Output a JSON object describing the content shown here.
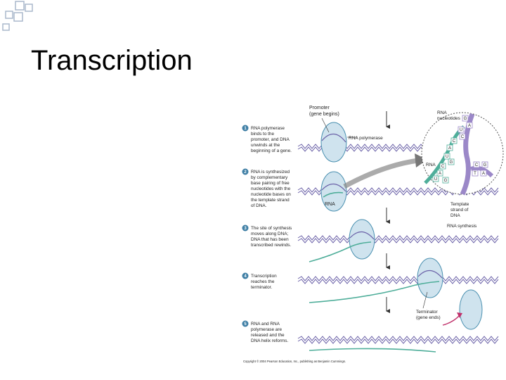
{
  "slide": {
    "title": "Transcription"
  },
  "figure": {
    "steps": [
      {
        "number": "1",
        "lines": [
          "RNA polymerase",
          "binds to the",
          "promoter, and DNA",
          "unwinds at the",
          "beginning of a gene."
        ]
      },
      {
        "number": "2",
        "lines": [
          "RNA is synthesized",
          "by complementary",
          "base pairing of free",
          "nucleotides with the",
          "nucleotide bases on",
          "the template strand",
          "of DNA."
        ]
      },
      {
        "number": "3",
        "lines": [
          "The site of synthesis",
          "moves along DNA;",
          "DNA that has been",
          "transcribed rewinds."
        ]
      },
      {
        "number": "4",
        "lines": [
          "Transcription",
          "reaches the",
          "terminator."
        ]
      },
      {
        "number": "5",
        "lines": [
          "RNA and RNA",
          "polymerase are",
          "released and the",
          "DNA helix reforms."
        ]
      }
    ],
    "labels": {
      "promoter": [
        "Promoter",
        "(gene begins)"
      ],
      "rna_polymerase": "RNA polymerase",
      "rna_step2": "RNA",
      "rna_nucleotides": [
        "RNA",
        "nucleotides"
      ],
      "rna_inset": "RNA",
      "template_strand": [
        "Template",
        "strand of",
        "DNA"
      ],
      "rna_synthesis": "RNA synthesis",
      "terminator": [
        "Terminator",
        "(gene ends)"
      ]
    },
    "inset_bases": {
      "incoming": [
        "G",
        "A",
        "U",
        "C"
      ],
      "pairs": [
        "A",
        "C",
        "U",
        "G",
        "C",
        "A",
        "U",
        "G"
      ],
      "template_right": [
        "C",
        "G",
        "T",
        "A"
      ]
    },
    "copyright": "Copyright © 2004 Pearson Education, Inc., publishing as Benjamin Cummings.",
    "colors": {
      "polymerase": "#cfe3ee",
      "polymerase_edge": "#4a90b0",
      "dna": "#6b62a8",
      "rna": "#4fae9a",
      "template": "#9b88c8",
      "step_badge": "#3f7fa5",
      "release_arrow": "#c0306a"
    }
  }
}
